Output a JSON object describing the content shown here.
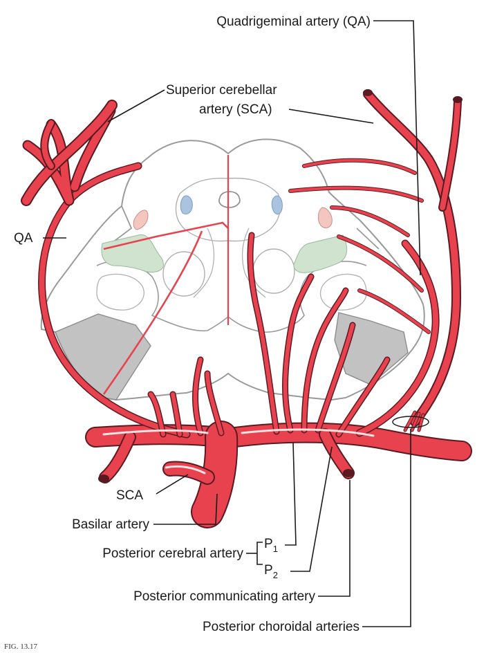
{
  "labels": {
    "quadrigeminal": "Quadrigeminal artery (QA)",
    "sca_line1": "Superior cerebellar",
    "sca_line2": "artery (SCA)",
    "qa": "QA",
    "sca": "SCA",
    "basilar": "Basilar artery",
    "posterior_cerebral": "Posterior cerebral artery",
    "p1_letter": "P",
    "p1_sub": "1",
    "p2_letter": "P",
    "p2_sub": "2",
    "posterior_communicating": "Posterior communicating artery",
    "posterior_choroidal": "Posterior choroidal arteries"
  },
  "figure_number": "FIG. 13.17",
  "colors": {
    "artery": "#e8424f",
    "artery_outline": "#5a1a22",
    "brainstem_outline": "#9a9a9a",
    "nucleus_green": "#cfe3cf",
    "gray_region": "#c2c2c2",
    "blue_structure": "#a9c3e0",
    "pink_structure": "#f3c6c0"
  }
}
